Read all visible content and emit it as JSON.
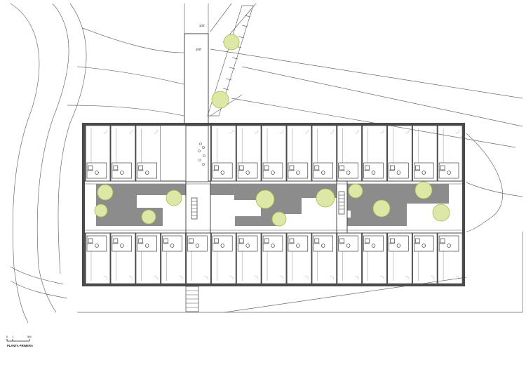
{
  "drawing": {
    "title": "PLANTA PRIMERA",
    "scale_labels": [
      "0",
      "1",
      "5M"
    ],
    "level_marks": [
      "100'",
      "100'"
    ],
    "rooms_per_row": 15,
    "colors": {
      "line": "#6b6b6b",
      "wall": "#4a4a4a",
      "paving": "#8c8c8c",
      "tree_fill": "#dde7a6",
      "tree_stroke": "#a9b84a"
    },
    "icons": [
      "tree-icon",
      "bench-icon",
      "stair-icon",
      "wc-icon"
    ]
  }
}
